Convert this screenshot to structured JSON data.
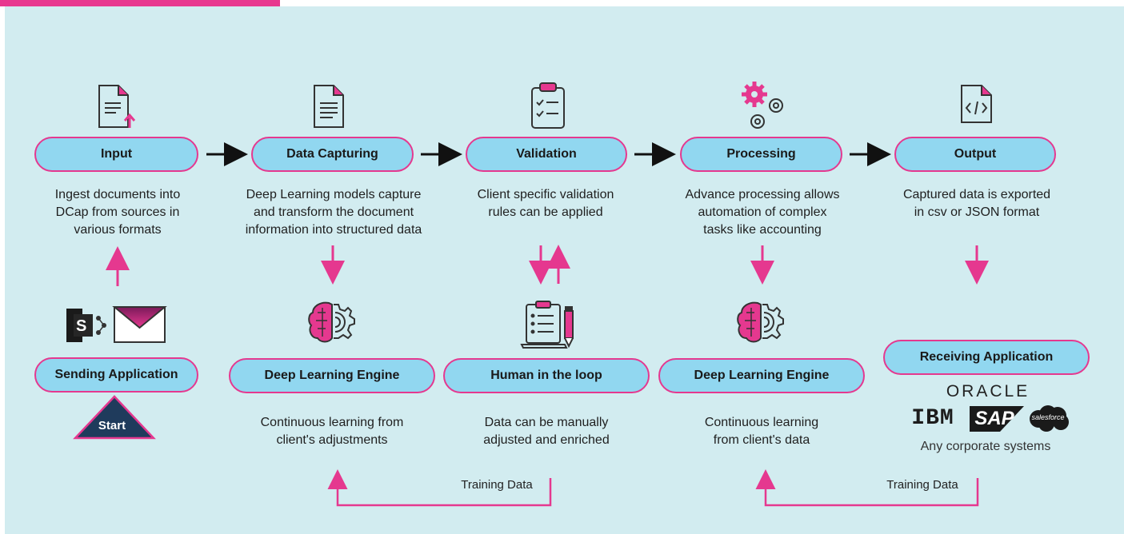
{
  "stages": [
    {
      "label": "Input",
      "description": [
        "Ingest documents into",
        "DCap from sources in",
        "various formats"
      ]
    },
    {
      "label": "Data Capturing",
      "description": [
        "Deep Learning models capture",
        "and transform the document",
        "information into structured data"
      ]
    },
    {
      "label": "Validation",
      "description": [
        "Client specific validation",
        "rules can be applied"
      ]
    },
    {
      "label": "Processing",
      "description": [
        "Advance processing allows",
        "automation of complex",
        "tasks like accounting"
      ]
    },
    {
      "label": "Output",
      "description": [
        "Captured data is exported",
        "in csv or JSON format"
      ]
    }
  ],
  "lower": {
    "sending": {
      "label": "Sending Application",
      "start": "Start"
    },
    "engine1": {
      "label": "Deep Learning Engine",
      "description": [
        "Continuous learning from",
        "client's adjustments"
      ]
    },
    "human": {
      "label": "Human in the loop",
      "description": [
        "Data can be manually",
        "adjusted and enriched"
      ]
    },
    "engine2": {
      "label": "Deep Learning Engine",
      "description": [
        "Continuous learning",
        "from client's data"
      ]
    },
    "receiving": {
      "label": "Receiving Application",
      "logos": {
        "oracle": "ORACLE",
        "ibm": "IBM",
        "sap": "SAP",
        "salesforce": "salesforce"
      },
      "caption": "Any corporate systems"
    }
  },
  "training_labels": [
    "Training Data",
    "Training Data"
  ],
  "icons": {
    "input": "document-upload-icon",
    "data_capturing": "document-icon",
    "validation": "clipboard-check-icon",
    "processing": "gears-icon",
    "output": "code-file-icon",
    "engine": "brain-gear-icon",
    "human": "checklist-pen-icon",
    "sending": "sharepoint-email-icon"
  },
  "colors": {
    "accent": "#e8388f",
    "pill_fill": "#91d7f0",
    "background": "#d2ecf0",
    "start": "#1f3b5c"
  }
}
